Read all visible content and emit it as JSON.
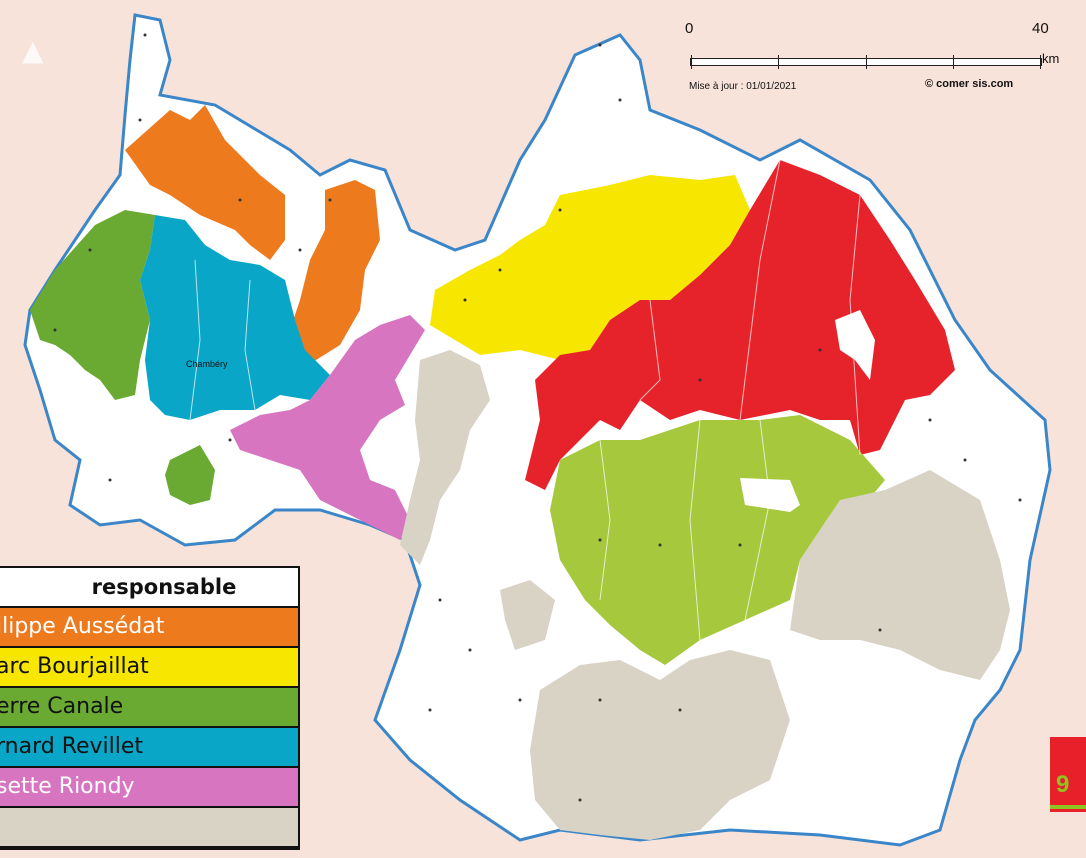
{
  "scale": {
    "start_label": "0",
    "end_label": "40",
    "unit": "km",
    "updated": "Mise à jour : 01/01/2021",
    "copyright": "© comer sis.com"
  },
  "legend": {
    "header": "responsable",
    "items": [
      {
        "label": "ilippe Aussédat",
        "color": "#ee7a1e",
        "text_color": "#ffffff"
      },
      {
        "label": "arc Bourjaillat",
        "color": "#f6e600",
        "text_color": "#111111"
      },
      {
        "label": "erre Canale",
        "color": "#6aaa32",
        "text_color": "#111111"
      },
      {
        "label": "rnard Revillet",
        "color": "#0aa6c8",
        "text_color": "#111111"
      },
      {
        "label": "sette Riondy",
        "color": "#d775c0",
        "text_color": "#ffffff"
      },
      {
        "label": "",
        "color": "#d8d3c5",
        "text_color": "#111111"
      }
    ]
  },
  "map": {
    "city_label": "Chambéry",
    "colors": {
      "background": "#f7e3da",
      "territory": "#ffffff",
      "border": "#3a86c8",
      "unassigned": "#d8d3c5",
      "red": "#e6222a",
      "lime": "#a5c83c"
    }
  },
  "page_number": "9"
}
